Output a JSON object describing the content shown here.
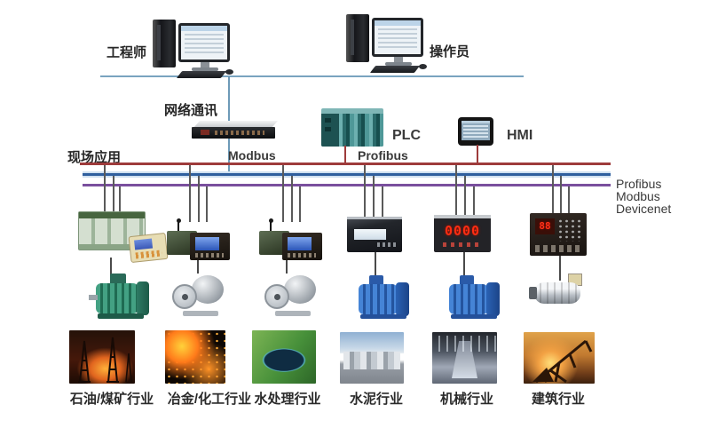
{
  "top": {
    "engineer_label": "工程师",
    "operator_label": "操作员",
    "network_label": "网络通讯"
  },
  "middle": {
    "plc_label": "PLC",
    "hmi_label": "HMI",
    "modbus_label": "Modbus",
    "profibus_label": "Profibus",
    "field_label": "现场应用"
  },
  "bus": {
    "labels": [
      "Profibus",
      "Modbus",
      "Devicenet"
    ],
    "colors": {
      "profibus_red": "#9e3b3b",
      "modbus_blue": "#2f5f9e",
      "devicenet_purple": "#7a4f9e",
      "ethernet_blue": "#79a3bf"
    }
  },
  "devices": {
    "meter_display": "0000",
    "led_display": "88"
  },
  "industries": [
    {
      "label": "石油/煤矿行业"
    },
    {
      "label": "冶金/化工行业"
    },
    {
      "label": "水处理行业"
    },
    {
      "label": "水泥行业"
    },
    {
      "label": "机械行业"
    },
    {
      "label": "建筑行业"
    }
  ]
}
